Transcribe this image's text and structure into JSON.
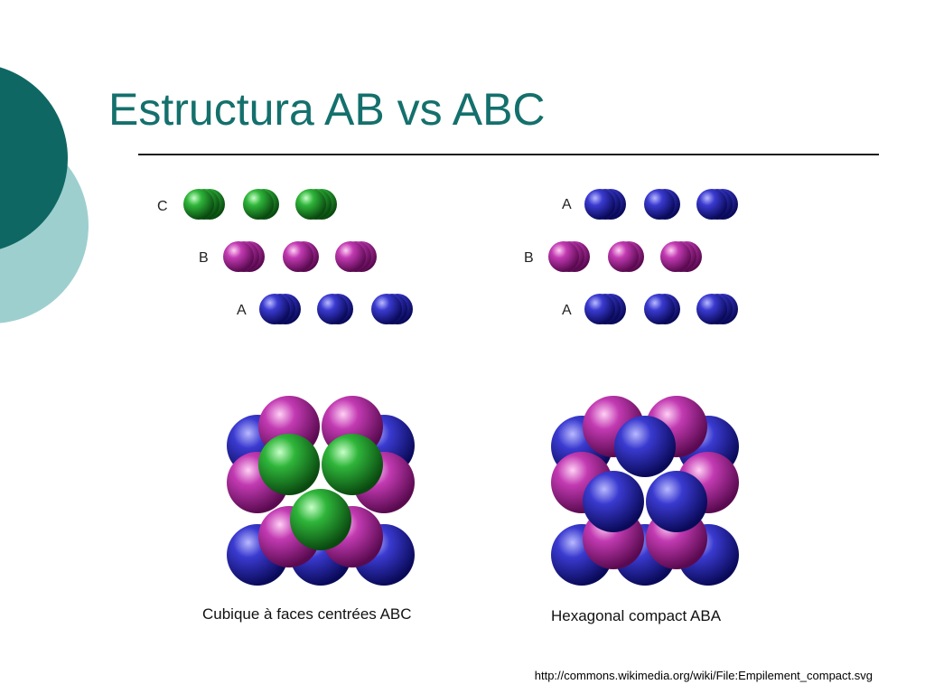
{
  "slide": {
    "title": "Estructura AB vs ABC",
    "source": "http://commons.wikimedia.org/wiki/File:Empilement_compact.svg"
  },
  "colors": {
    "teal_dark": "#0f6763",
    "teal_light": "#9ecfcf",
    "title": "#14706c",
    "sphere_blue": "#22229a",
    "sphere_magenta": "#b0289e",
    "sphere_green": "#22a02e"
  },
  "left_figure": {
    "caption": "Cubique à faces centrées ABC",
    "layers": [
      {
        "label": "C",
        "color": "green"
      },
      {
        "label": "B",
        "color": "magenta"
      },
      {
        "label": "A",
        "color": "blue"
      }
    ]
  },
  "right_figure": {
    "caption": "Hexagonal compact ABA",
    "layers": [
      {
        "label": "A",
        "color": "blue"
      },
      {
        "label": "B",
        "color": "magenta"
      },
      {
        "label": "A",
        "color": "blue"
      }
    ]
  }
}
